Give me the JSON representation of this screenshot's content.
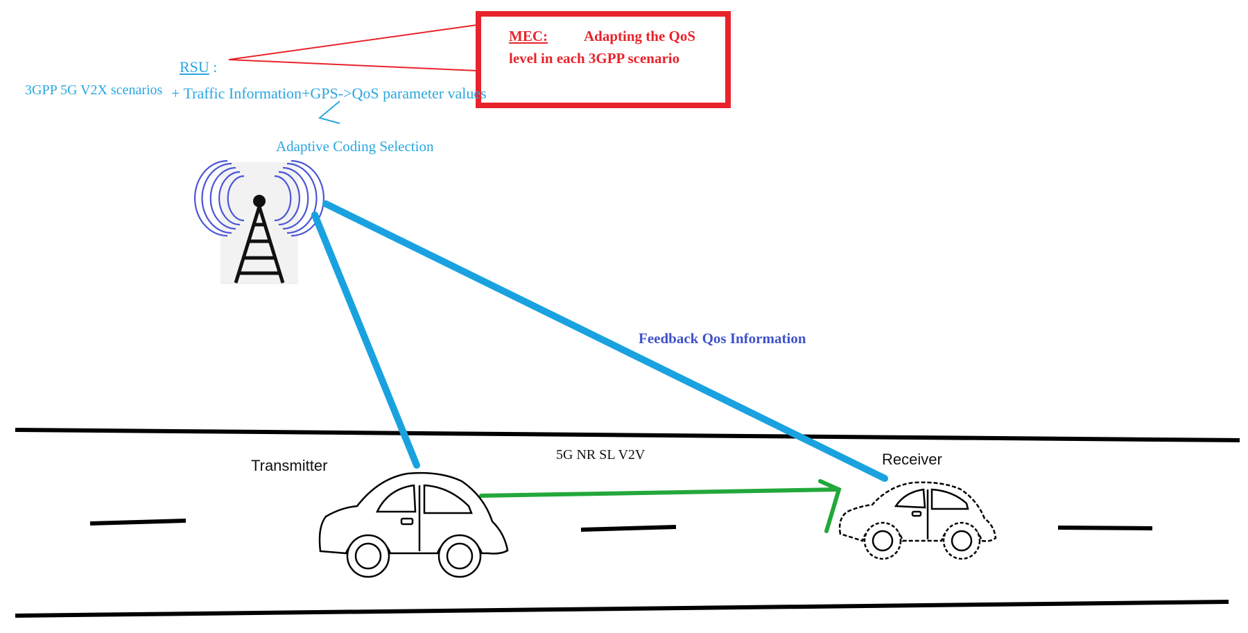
{
  "rsu": {
    "title": "RSU",
    "colon": " :",
    "scenarios": "3GPP 5G V2X scenarios",
    "traffic": "+ Traffic Information+GPS->QoS parameter values",
    "coding": "Adaptive Coding Selection"
  },
  "mec": {
    "title": "MEC:",
    "line1": "Adapting  the QoS",
    "line2": "level in each 3GPP scenario"
  },
  "links": {
    "feedback": "Feedback Qos Information",
    "sidelink": "5G NR SL V2V"
  },
  "vehicles": {
    "transmitter": "Transmitter",
    "receiver": "Receiver"
  },
  "colors": {
    "rsu_text": "#29a6e0",
    "mec_red": "#e8232b",
    "link_blue": "#1aa2e0",
    "sidelink_green": "#22a83a",
    "feedback_text": "#3f52c8",
    "tower_rings": "#4a55d6"
  },
  "icons": [
    "antenna-tower-icon",
    "car-icon"
  ]
}
